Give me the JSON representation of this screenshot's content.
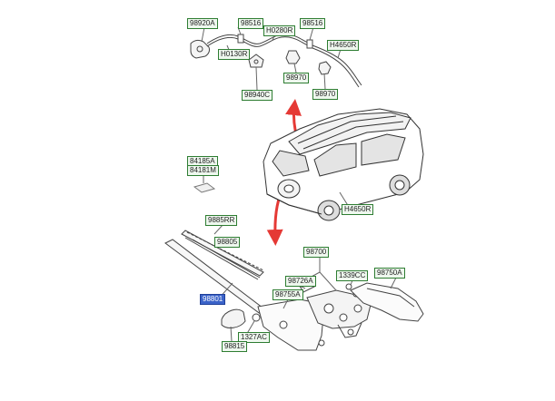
{
  "colors": {
    "label_border": "#2e7d32",
    "label_fill": "#eef7ee",
    "highlight_fill": "#3b63c9",
    "arrow": "#e53935",
    "line": "#444444"
  },
  "part_labels": {
    "p98920A": "98920A",
    "p98516a": "98516",
    "p98516b": "98516",
    "pH0280R": "H0280R",
    "pH0130R": "H0130R",
    "pH4650Ra": "H4650R",
    "p98940C": "98940C",
    "p98970a": "98970",
    "p98970b": "98970",
    "p84185A": "84185A",
    "p84181M": "84181M",
    "pH4650Rb": "H4650R",
    "p9885RR": "9885RR",
    "p98805": "98805",
    "p98700": "98700",
    "p98726A": "98726A",
    "p1339CC": "1339CC",
    "p98750A": "98750A",
    "p98755A": "98755A",
    "p98801": "98801",
    "p1327AC": "1327AC",
    "p98815": "98815"
  }
}
